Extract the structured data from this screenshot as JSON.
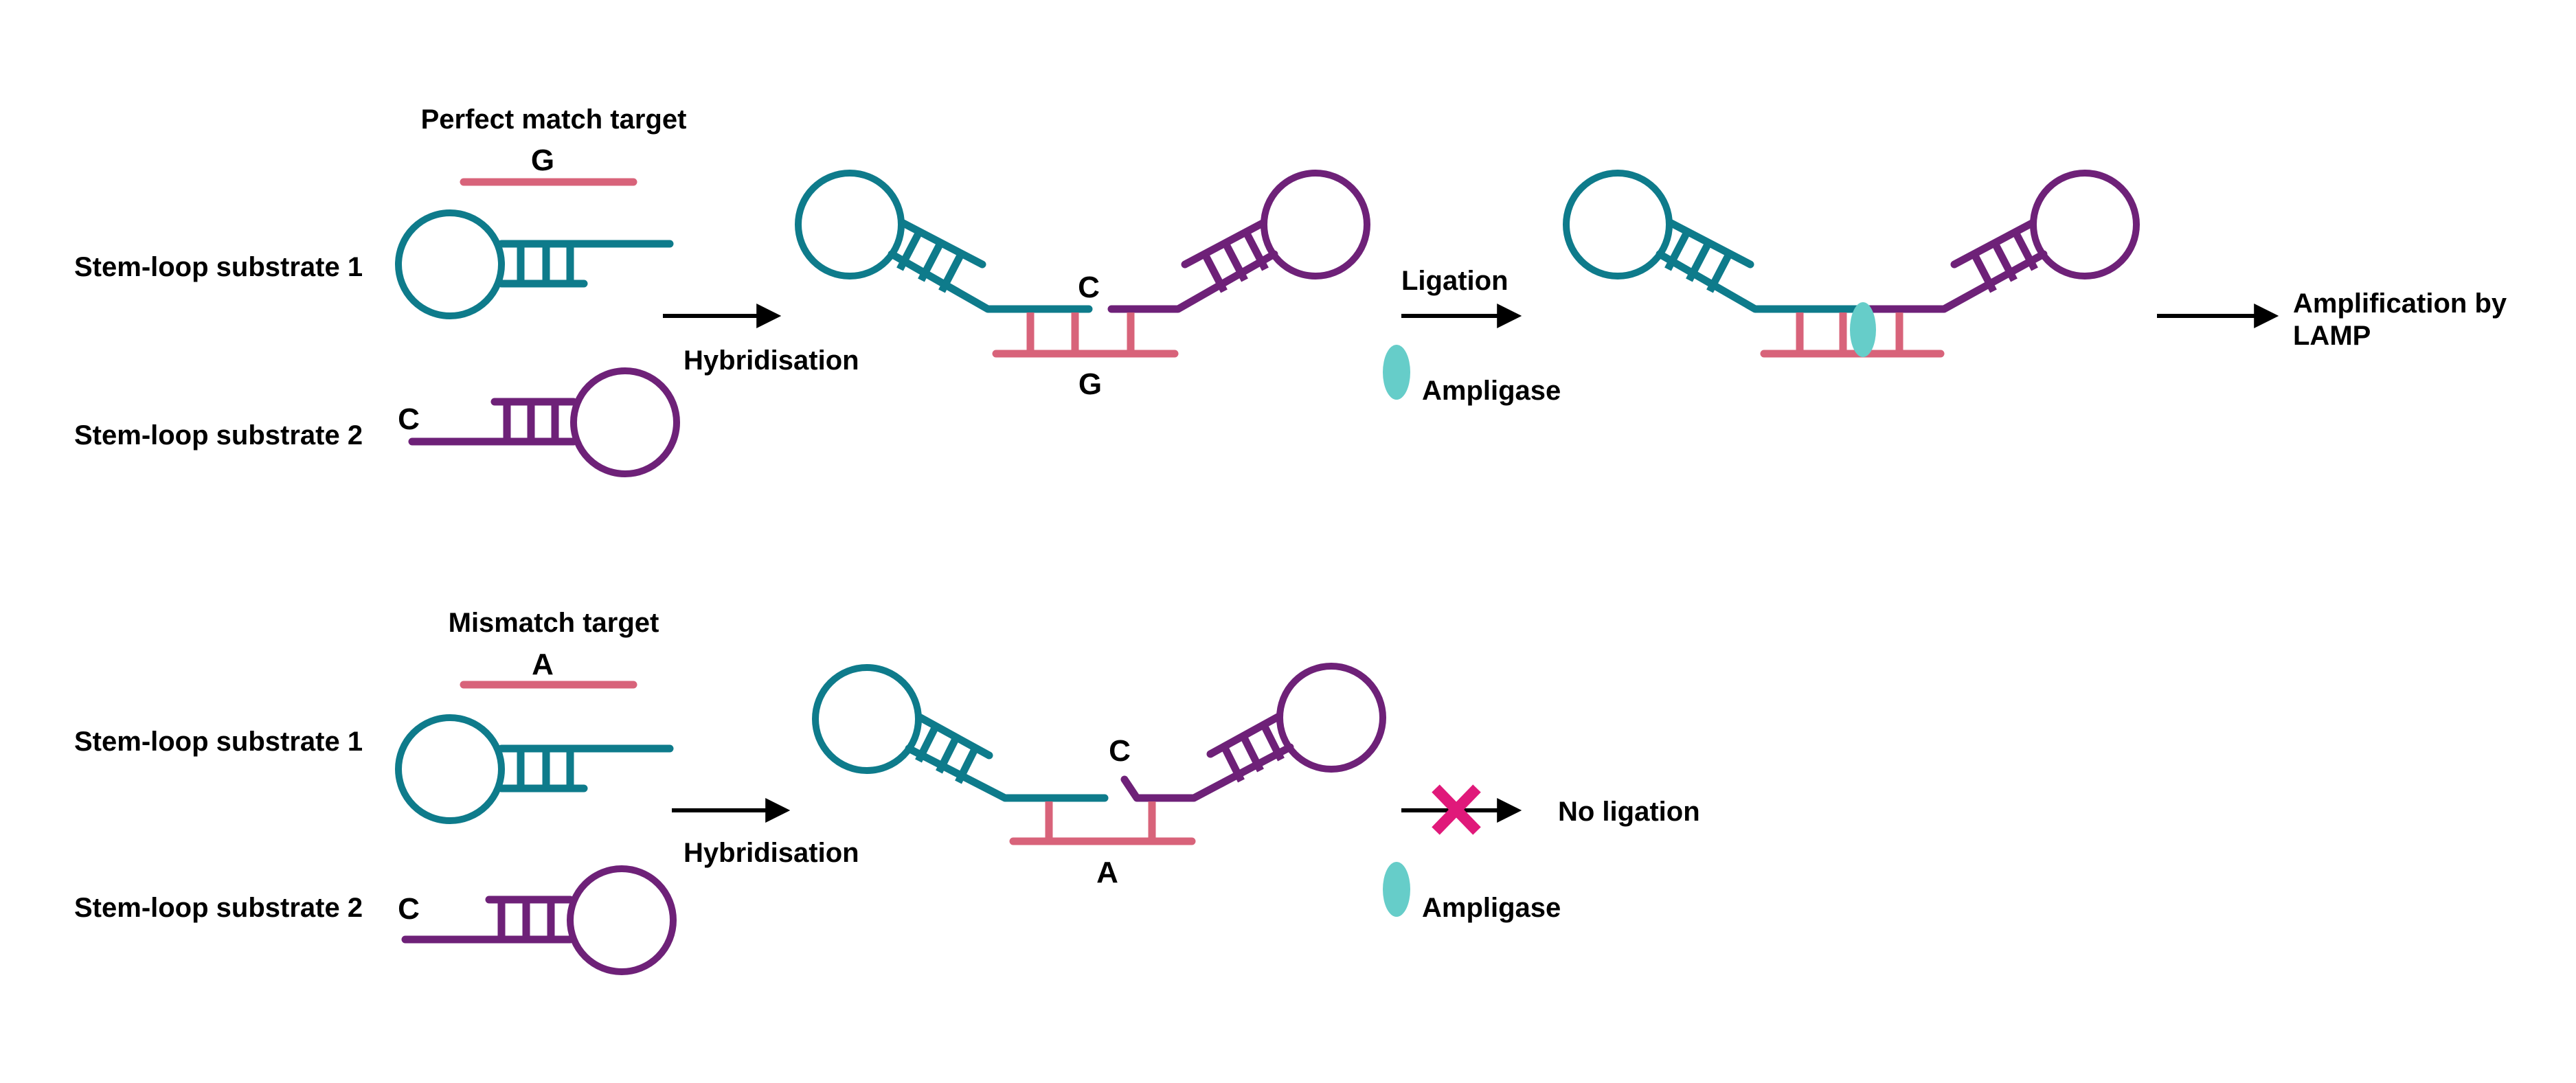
{
  "colors": {
    "teal": "#0e7b8b",
    "purple": "#6e2178",
    "pink": "#d8637a",
    "ligase": "#66cdc9",
    "cross": "#e0197a",
    "text": "#000000"
  },
  "top": {
    "target_label": "Perfect match target",
    "target_base": "G",
    "substrate1_label": "Stem-loop substrate 1",
    "substrate2_label": "Stem-loop substrate 2",
    "substrate2_base": "C",
    "hybridisation_label": "Hybridisation",
    "hybrid_top_base": "C",
    "hybrid_bottom_base": "G",
    "ligation_label": "Ligation",
    "enzyme_label": "Ampligase",
    "result_label_line1": "Amplification by",
    "result_label_line2": "LAMP"
  },
  "bottom": {
    "target_label": "Mismatch target",
    "target_base": "A",
    "substrate1_label": "Stem-loop substrate 1",
    "substrate2_label": "Stem-loop substrate 2",
    "substrate2_base": "C",
    "hybridisation_label": "Hybridisation",
    "hybrid_top_base": "C",
    "hybrid_bottom_base": "A",
    "result_label": "No ligation",
    "enzyme_label": "Ampligase"
  }
}
